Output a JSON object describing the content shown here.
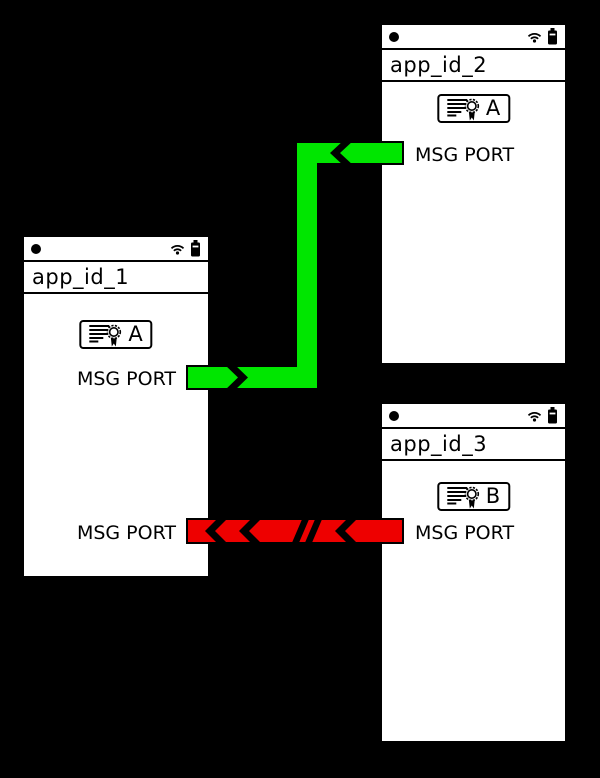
{
  "colors": {
    "background": "#000000",
    "app_window_bg": "#ffffff",
    "outline": "#000000",
    "allowed_connection_green": "#00e600",
    "blocked_connection_red": "#ee0000"
  },
  "apps": [
    {
      "title": "app_id_1",
      "certificate": "A",
      "ports": [
        {
          "label": "MSG PORT"
        },
        {
          "label": "MSG PORT"
        }
      ]
    },
    {
      "title": "app_id_2",
      "certificate": "A",
      "ports": [
        {
          "label": "MSG PORT"
        }
      ]
    },
    {
      "title": "app_id_3",
      "certificate": "B",
      "ports": [
        {
          "label": "MSG PORT"
        }
      ]
    }
  ],
  "statusbar_icons": [
    "record-dot",
    "wifi",
    "battery"
  ],
  "connections": [
    {
      "between": [
        "app_id_1",
        "app_id_2"
      ],
      "color": "#00e600",
      "shape": "elbow",
      "arrowheads": "chevron at both ends"
    },
    {
      "between": [
        "app_id_3",
        "app_id_1"
      ],
      "color": "#ee0000",
      "shape": "straight",
      "arrowheads": "double chevron pointing left, single chevron, double slash break"
    }
  ]
}
